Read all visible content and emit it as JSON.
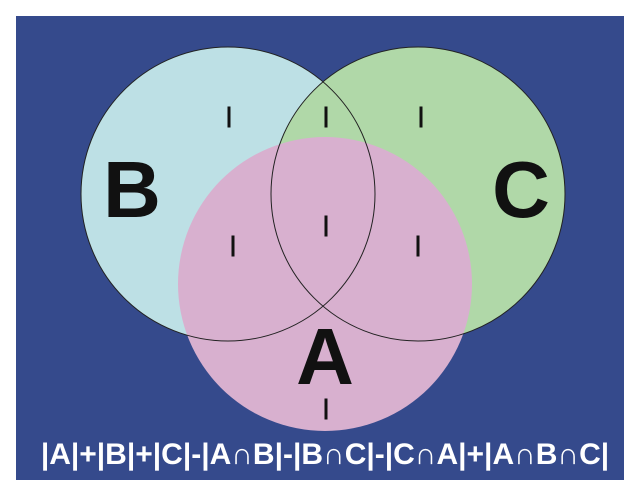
{
  "colors": {
    "background": "#354a8c",
    "set_a": "#d8b0cf",
    "set_b": "#bde0e5",
    "set_c": "#b0d8a8",
    "formula_text": "#ffffff"
  },
  "sets": {
    "a": {
      "label": "A"
    },
    "b": {
      "label": "B"
    },
    "c": {
      "label": "C"
    }
  },
  "region_marks": [
    {
      "region": "B only",
      "mark": "ı"
    },
    {
      "region": "B∩C",
      "mark": "ı"
    },
    {
      "region": "C only",
      "mark": "ı"
    },
    {
      "region": "A∩B",
      "mark": "ı"
    },
    {
      "region": "A∩B∩C",
      "mark": "ı"
    },
    {
      "region": "C∩A",
      "mark": "ı"
    },
    {
      "region": "A only",
      "mark": "ı"
    }
  ],
  "formula": "|A|+|B|+|C|-|A∩B|-|B∩C|-|C∩A|+|A∩B∩C|"
}
